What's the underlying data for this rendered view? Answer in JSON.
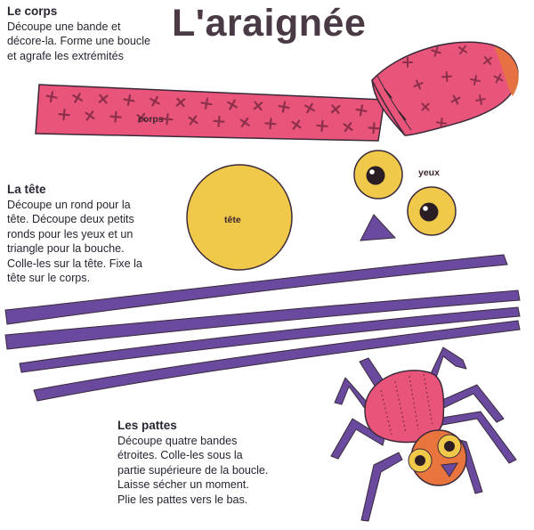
{
  "title": "L'araignée",
  "sections": {
    "corps": {
      "heading": "Le corps",
      "lines": [
        "Découpe une bande et",
        "décore-la. Forme une boucle",
        "et agrafe les extrémités"
      ]
    },
    "tete": {
      "heading": "La tête",
      "lines": [
        "Découpe un rond pour la",
        "tête. Découpe deux petits",
        "ronds pour les yeux et un",
        "triangle pour la bouche.",
        "Colle-les sur la tête. Fixe la",
        "tête sur le corps."
      ]
    },
    "pattes": {
      "heading": "Les pattes",
      "lines": [
        "Découpe quatre bandes",
        "étroites. Colle-les sous la",
        "partie supérieure de la boucle.",
        "Laisse sécher un moment.",
        "Plie les pattes vers le bas."
      ]
    }
  },
  "labels": {
    "corps": "corps",
    "tete": "tête",
    "yeux": "yeux"
  },
  "colors": {
    "pink": "#e8547a",
    "cross": "#8c2f4a",
    "yellow": "#f0c84a",
    "purple": "#6a4a9e",
    "orange": "#e86a3e",
    "outline": "#3a2a3a"
  }
}
